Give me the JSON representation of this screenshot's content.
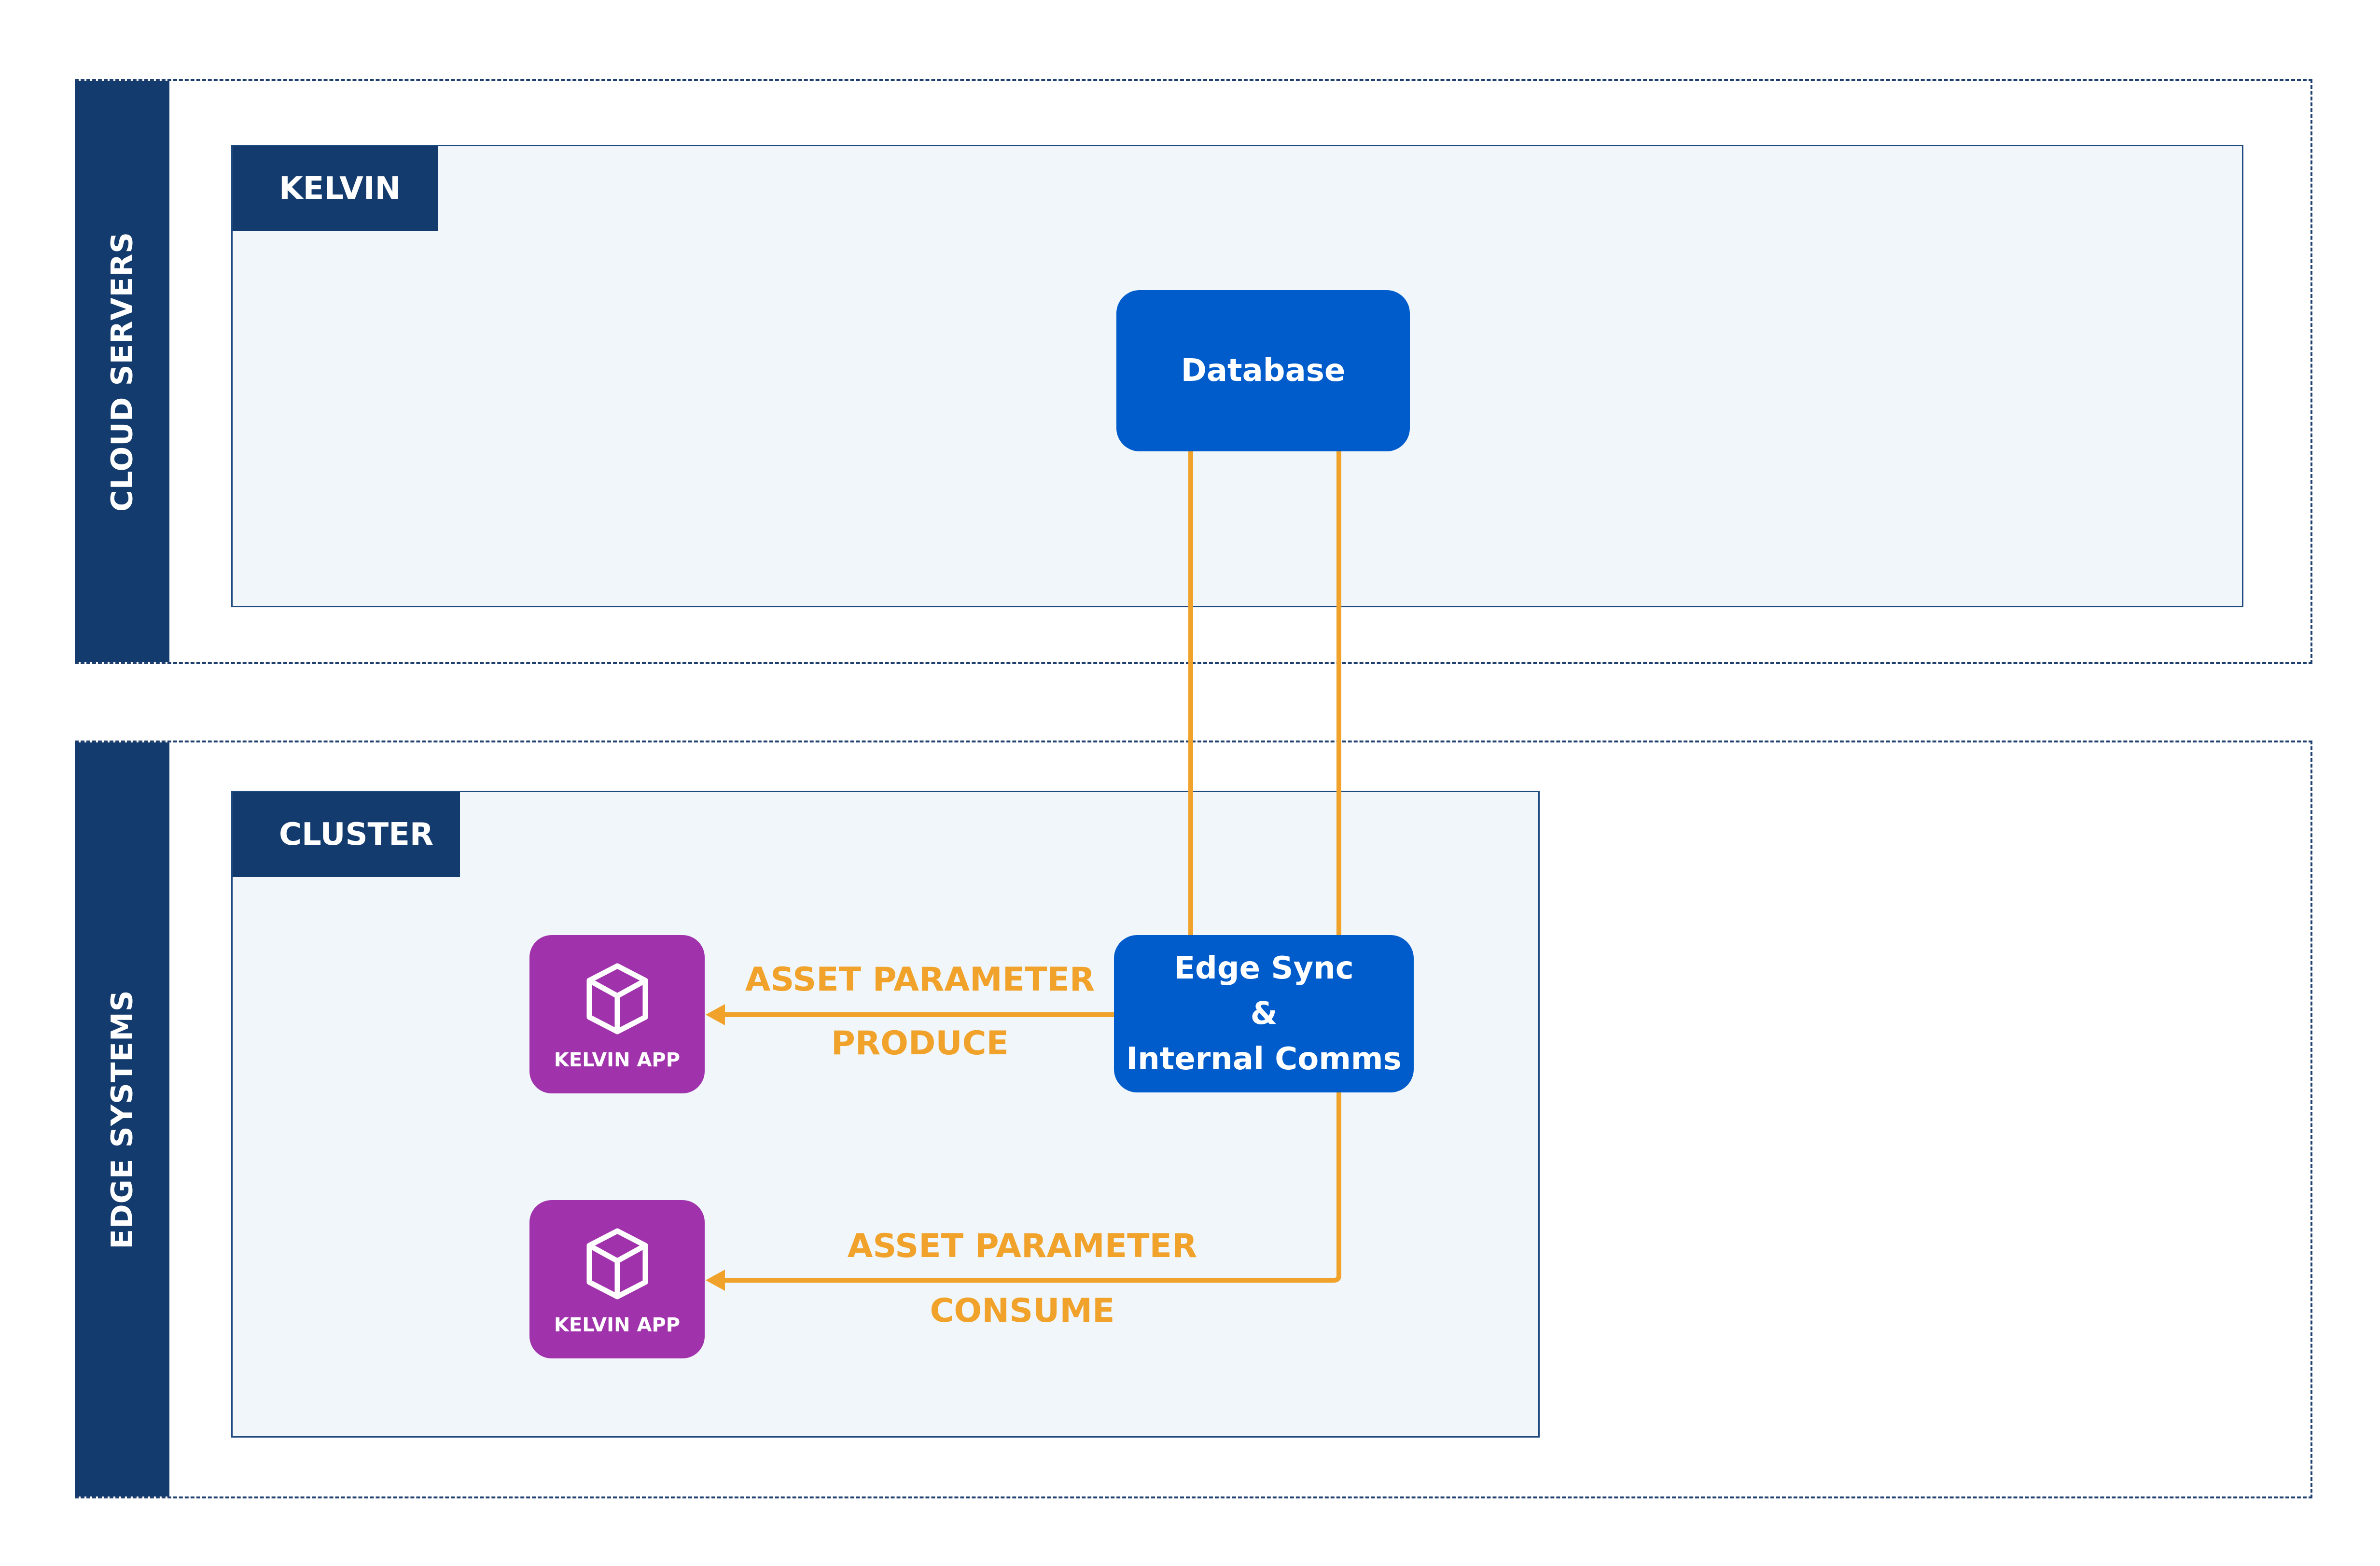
{
  "zones": {
    "cloud": {
      "label": "CLOUD SERVERS"
    },
    "edge": {
      "label": "EDGE SYSTEMS"
    }
  },
  "panels": {
    "kelvin": {
      "title": "KELVIN"
    },
    "cluster": {
      "title": "CLUSTER"
    }
  },
  "nodes": {
    "database": {
      "label": "Database"
    },
    "edge_sync": {
      "line1": "Edge Sync",
      "line2": "&",
      "line3": "Internal Comms"
    }
  },
  "apps": [
    {
      "label": "KELVIN APP",
      "icon": "cube-icon"
    },
    {
      "label": "KELVIN APP",
      "icon": "cube-icon"
    }
  ],
  "flows": {
    "produce": {
      "line1": "ASSET PARAMETER",
      "line2": "PRODUCE"
    },
    "consume": {
      "line1": "ASSET PARAMETER",
      "line2": "CONSUME"
    }
  },
  "colors": {
    "zone_bar": "#133b6d",
    "panel_fill": "#f1f6fa",
    "node_blue": "#005ccb",
    "app_purple": "#a033ab",
    "flow_orange": "#f0a22b",
    "dashed_border": "#1f3f6e"
  }
}
